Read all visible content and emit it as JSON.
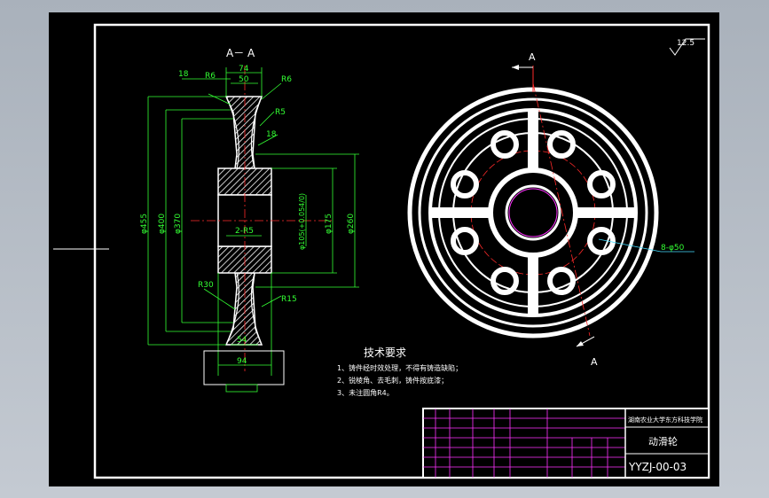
{
  "section_view": {
    "title": "A－ A",
    "dims": {
      "d18_top": "18",
      "r6_left": "R6",
      "d74": "74",
      "d50": "50",
      "r6_right": "R6",
      "r5": "R5",
      "d18_side": "18",
      "d455": "φ455",
      "d400": "φ400",
      "d370": "φ370",
      "d105": "φ105(+0.054/0)",
      "d175": "φ175",
      "d260": "φ260",
      "r5_2": "2-R5",
      "r30": "R30",
      "r15": "R15",
      "d54": "54",
      "d94": "94"
    }
  },
  "front_view": {
    "cut_label_top": "A",
    "cut_label_bottom": "A",
    "holes_label": "8-φ50",
    "roughness": "12.5"
  },
  "tech_requirements": {
    "heading": "技术要求",
    "items": [
      "1、铸件经时效处理，不得有铸造缺陷；",
      "2、锐棱角、去毛刺，铸件按底漆；",
      "3、未注圆角R4。"
    ]
  },
  "title_block": {
    "school": "湖南农业大学东方科技学院",
    "part_name": "动滑轮",
    "drawing_no": "YYZJ-00-03"
  },
  "colors": {
    "frame": "#ffffff",
    "dimension": "#33ff33",
    "outline": "#ffffff",
    "centerline": "#ff2a2a",
    "title_grid": "#ff33ff",
    "leader_cyan": "#44ddff"
  }
}
